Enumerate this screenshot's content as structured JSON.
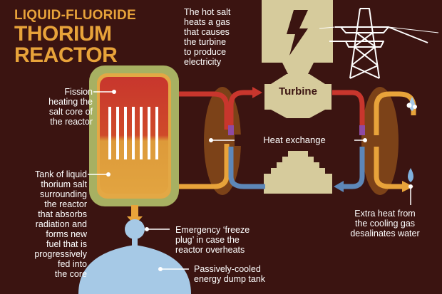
{
  "title": {
    "line1": "LIQUID-FLUORIDE",
    "line2": "THORIUM",
    "line3": "REACTOR"
  },
  "labels": {
    "fission": [
      "Fission",
      "heating the",
      "salt core of",
      "the reactor"
    ],
    "tank": [
      "Tank of liquid",
      "thorium salt",
      "surrounding",
      "the reactor",
      "that absorbs",
      "radiation  and",
      "forms new",
      "fuel that is",
      "progressively",
      "fed into",
      "the core"
    ],
    "hot_salt": [
      "The hot salt",
      "heats a gas",
      "that causes",
      "the turbine",
      "to produce",
      "electricity"
    ],
    "turbine": "Turbine",
    "heat_exchange": "Heat exchange",
    "extra_heat": [
      "Extra heat from",
      "the cooling gas",
      "desalinates water"
    ],
    "freeze_plug": [
      "Emergency ‘freeze",
      "plug’ in case the",
      "reactor overheats"
    ],
    "dump_tank": [
      "Passively-cooled",
      "energy dump tank"
    ]
  },
  "colors": {
    "background": "#3b1411",
    "title": "#e8a33a",
    "reactor_outer": "#a7b062",
    "reactor_core_hot": "#c8362d",
    "reactor_core_warm": "#de9a36",
    "hot_pipe": "#c8362d",
    "cool_pipe": "#5d87b8",
    "warm_pipe": "#e8a33a",
    "turbine": "#d6cb9c",
    "exchanger": "#7c4218",
    "dump_tank": "#a6c9e6"
  },
  "icons": [
    "lightning-bolt-icon",
    "power-pylon-icon",
    "water-drops-icon",
    "water-drop-icon"
  ]
}
